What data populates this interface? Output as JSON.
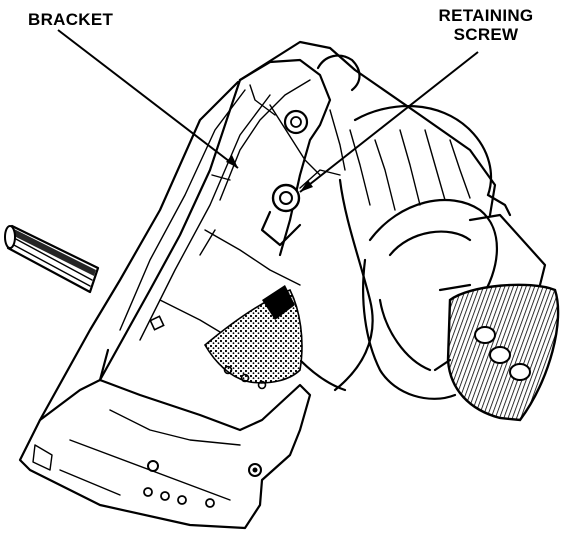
{
  "labels": {
    "bracket": "BRACKET",
    "retaining_line1": "RETAINING",
    "retaining_line2": "SCREW"
  }
}
